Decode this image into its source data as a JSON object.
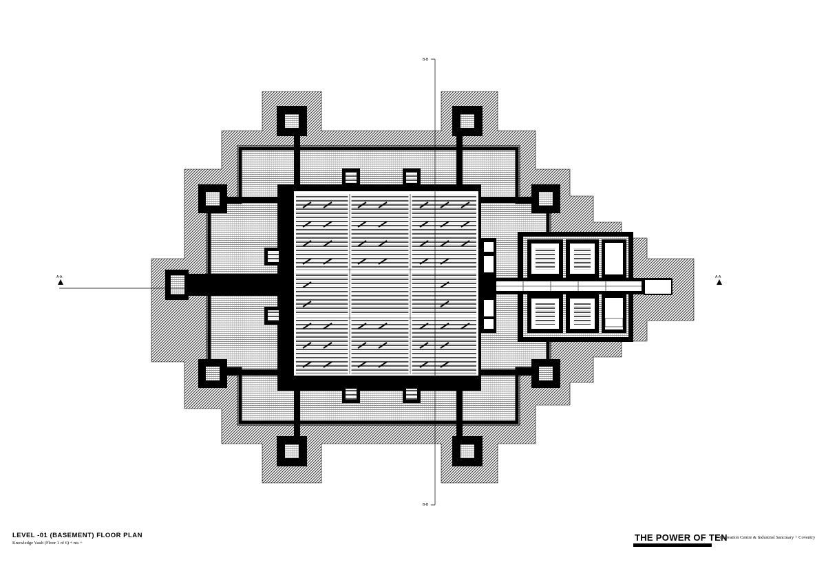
{
  "sheet": {
    "title": "LEVEL -01 (BASEMENT) FLOOR PLAN",
    "subtitle": "Knowledge Vault (Floor 1 of 6) + nts +"
  },
  "branding": {
    "name": "THE POWER OF TEN",
    "tagline": "+ Innovation Centre & Industrial Sanctuary + Coventry"
  },
  "section_markers": {
    "top": "B-B",
    "bottom": "B-B",
    "left": "A-A",
    "right": "A-A"
  },
  "colors": {
    "ink": "#000000",
    "paper": "#ffffff",
    "hatch": "#8a8a8a"
  },
  "icons": {
    "north_arrow": "north-arrow-icon",
    "section_marker": "section-marker-icon"
  }
}
